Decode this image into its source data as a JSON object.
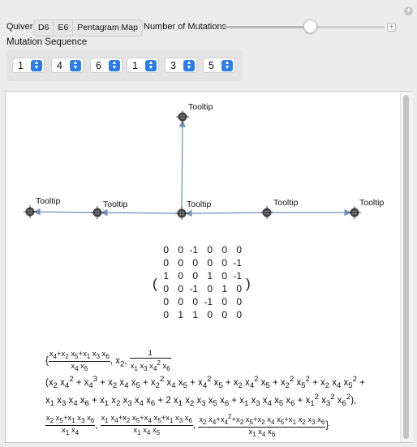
{
  "controls": {
    "quiver_label": "Quiver",
    "quiver_options": [
      "D6",
      "E6",
      "Pentagram Map"
    ],
    "mutations_label": "Number of Mutations",
    "mutations_value_fraction": 0.54,
    "plus_icon": "add-icon"
  },
  "sequence": {
    "label": "Mutation Sequence",
    "values": [
      "1",
      "4",
      "6",
      "1",
      "3",
      "5"
    ]
  },
  "graph": {
    "tooltip": "Tooltip"
  },
  "matrix": [
    [
      "0",
      "0",
      "-1",
      "0",
      "0",
      "0"
    ],
    [
      "0",
      "0",
      "0",
      "0",
      "0",
      "-1"
    ],
    [
      "1",
      "0",
      "0",
      "1",
      "0",
      "-1"
    ],
    [
      "0",
      "0",
      "-1",
      "0",
      "1",
      "0"
    ],
    [
      "0",
      "0",
      "0",
      "-1",
      "0",
      "0"
    ],
    [
      "0",
      "1",
      "1",
      "0",
      "0",
      "0"
    ]
  ],
  "colors": {
    "accent": "#2b7de9",
    "edge": "#6f8eb6"
  }
}
